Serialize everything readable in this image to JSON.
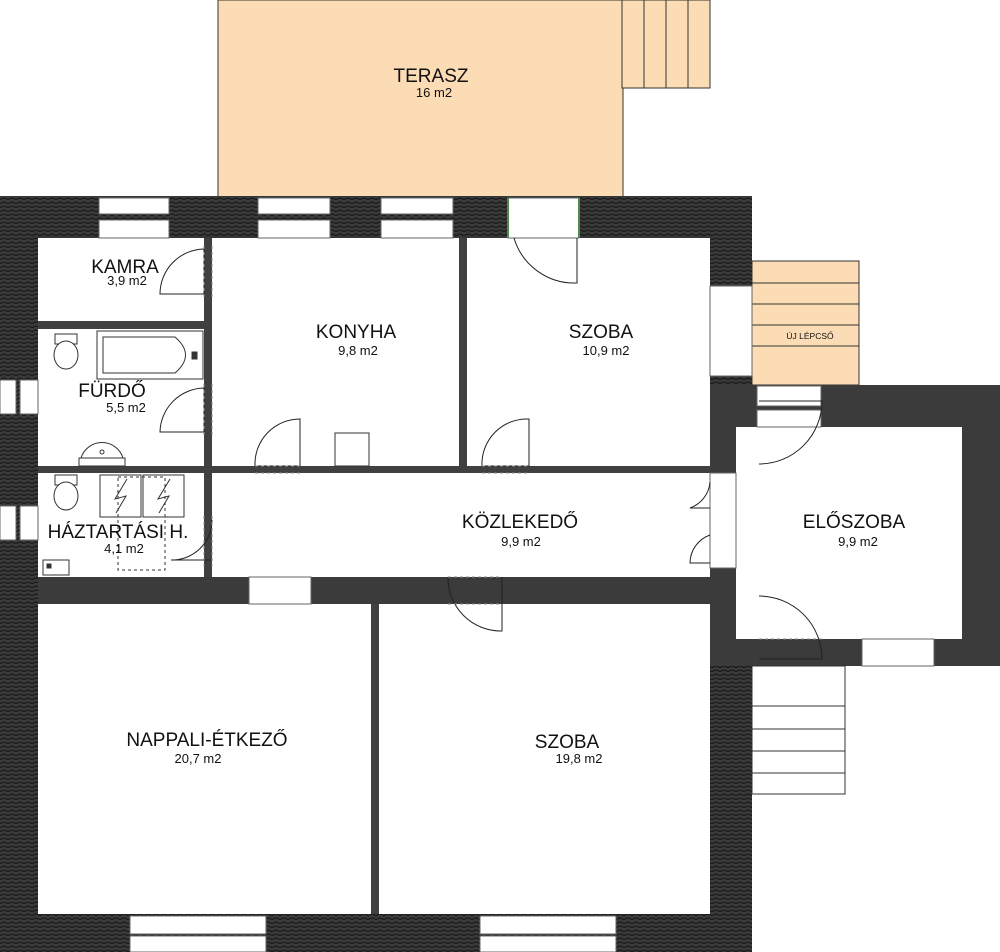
{
  "plan": {
    "rooms": [
      {
        "name": "TERASZ",
        "area": "16 m2"
      },
      {
        "name": "KAMRA",
        "area": "3,9 m2"
      },
      {
        "name": "KONYHA",
        "area": "9,8 m2"
      },
      {
        "name": "SZOBA",
        "area": "10,9 m2"
      },
      {
        "name": "FÜRDŐ",
        "area": "5,5 m2"
      },
      {
        "name": "HÁZTARTÁSI H.",
        "area": "4,1 m2"
      },
      {
        "name": "KÖZLEKEDŐ",
        "area": "9,9 m2"
      },
      {
        "name": "ELŐSZOBA",
        "area": "9,9 m2"
      },
      {
        "name": "NAPPALI-ÉTKEZŐ",
        "area": "20,7 m2"
      },
      {
        "name": "SZOBA",
        "area": "19,8 m2"
      }
    ],
    "stair_label": "ÚJ LÉPCSŐ",
    "colors": {
      "wall": "#3b3b3b",
      "inner_wall": "#404040",
      "terrace": "#fbdcb5",
      "floor": "#ffffff",
      "glass_frame": "#4f8a4f"
    }
  }
}
